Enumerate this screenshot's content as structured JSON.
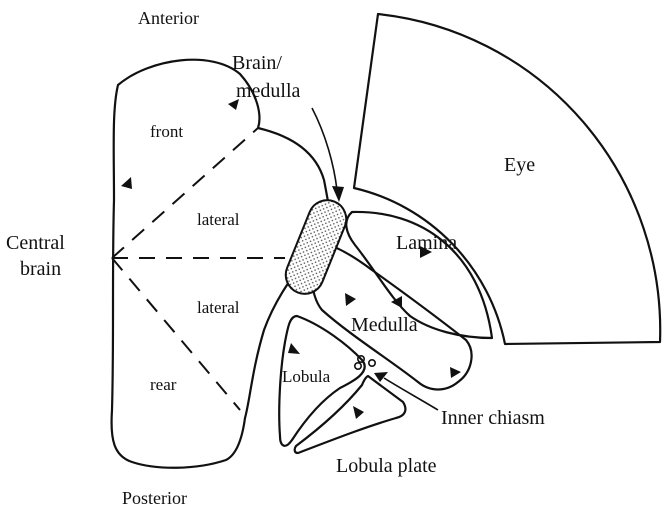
{
  "labels": {
    "anterior": "Anterior",
    "posterior": "Posterior",
    "central_brain_line1": "Central",
    "central_brain_line2": "brain",
    "brain_medulla_line1": "Brain/",
    "brain_medulla_line2": "medulla",
    "eye": "Eye",
    "lamina": "Lamina",
    "medulla": "Medulla",
    "lobula": "Lobula",
    "lobula_plate": "Lobula plate",
    "inner_chiasm": "Inner chiasm",
    "front": "front",
    "lateral_upper": "lateral",
    "lateral_lower": "lateral",
    "rear": "rear"
  },
  "colors": {
    "ink": "#111111",
    "background": "#ffffff",
    "stipple": "#999999"
  }
}
